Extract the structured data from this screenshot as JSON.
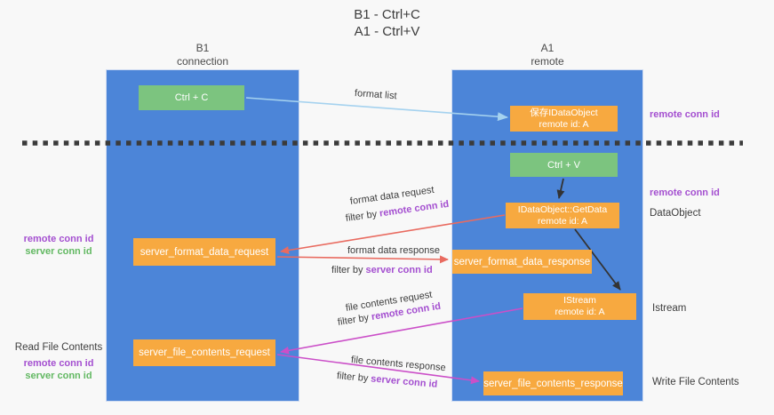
{
  "title": {
    "line1": "B1 - Ctrl+C",
    "line2": "A1 - Ctrl+V"
  },
  "lanes": {
    "b1": {
      "name": "B1",
      "role": "connection"
    },
    "a1": {
      "name": "A1",
      "role": "remote"
    }
  },
  "nodes": {
    "ctrl_c": {
      "label": "Ctrl + C"
    },
    "ctrl_v": {
      "label": "Ctrl + V"
    },
    "save_idataobject": {
      "line1": "保存IDataObject",
      "line2": "remote id: A"
    },
    "idataobject_getdata": {
      "line1": "IDataObject::GetData",
      "line2": "remote id: A"
    },
    "istream": {
      "line1": "IStream",
      "line2": "remote id: A"
    },
    "server_format_data_request": {
      "label": "server_format_data_request"
    },
    "server_format_data_response": {
      "label": "server_format_data_response"
    },
    "server_file_contents_request": {
      "label": "server_file_contents_request"
    },
    "server_file_contents_response": {
      "label": "server_file_contents_response"
    }
  },
  "edge_labels": {
    "format_list": "format list",
    "format_data_request": "format data request",
    "format_data_response": "format data response",
    "file_contents_request": "file contents request",
    "file_contents_response": "file contents response",
    "filter_by": "filter by",
    "remote_conn_id": "remote conn id",
    "server_conn_id": "server conn id"
  },
  "margin_labels": {
    "remote_conn_id": "remote conn id",
    "server_conn_id": "server conn id",
    "dataobject": "DataObject",
    "istream": "Istream",
    "read_file_contents": "Read File Contents",
    "write_file_contents": "Write File Contents"
  },
  "colors": {
    "lane_blue": "#4c85d8",
    "box_green": "#7cc47f",
    "box_orange": "#f7a940",
    "remote_conn_purple": "#a44fd0",
    "server_conn_green": "#62b862",
    "arrow_red": "#e96b60",
    "arrow_magenta": "#cb4fc8",
    "arrow_light_blue": "#a5d2ef",
    "arrow_black": "#333333"
  }
}
